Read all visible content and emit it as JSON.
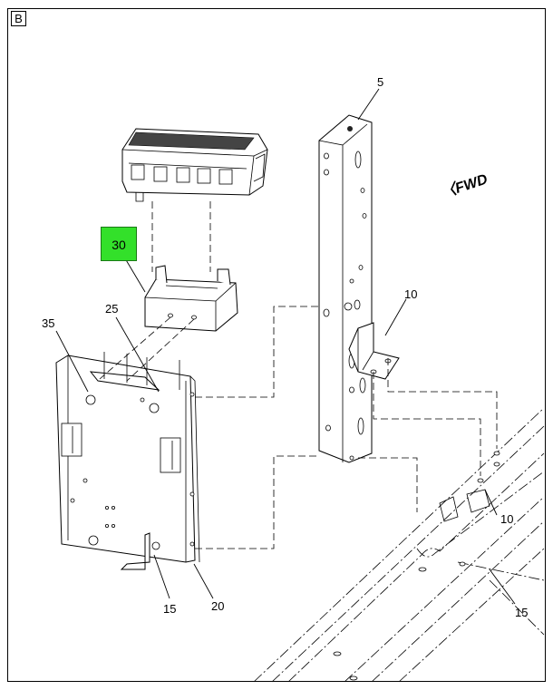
{
  "view_label": "B",
  "direction_label": "FWD",
  "highlighted_callout": {
    "label": "30",
    "color": "#33e02a"
  },
  "callouts": [
    {
      "id": "c5",
      "label": "5"
    },
    {
      "id": "c10a",
      "label": "10"
    },
    {
      "id": "c10b",
      "label": "10"
    },
    {
      "id": "c15a",
      "label": "15"
    },
    {
      "id": "c15b",
      "label": "15"
    },
    {
      "id": "c20",
      "label": "20"
    },
    {
      "id": "c25",
      "label": "25"
    },
    {
      "id": "c35",
      "label": "35"
    }
  ]
}
